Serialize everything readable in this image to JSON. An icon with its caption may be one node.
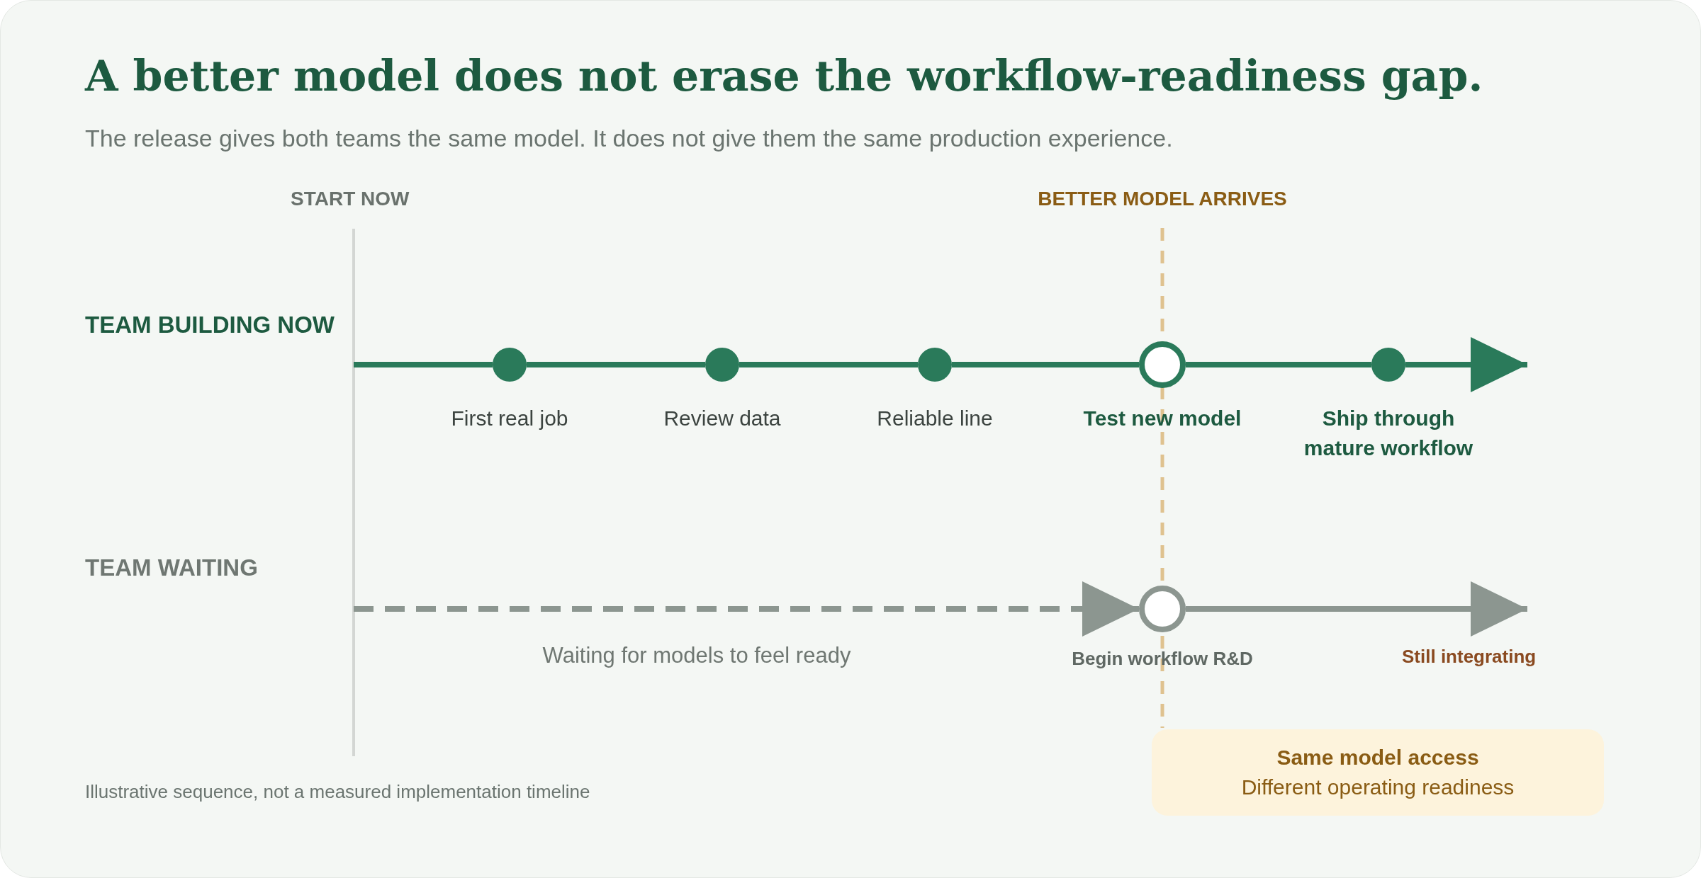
{
  "diagram": {
    "title": "A better model does not erase the workflow-readiness gap.",
    "nodes": [
      {
        "text": [],
        "shape": "circle",
        "beside": [
          "First real job"
        ]
      },
      {
        "text": [],
        "shape": "circle",
        "beside": [
          "Review data"
        ]
      },
      {
        "text": [],
        "shape": "circle",
        "beside": [
          "Reliable line"
        ]
      },
      {
        "text": [],
        "shape": "circle",
        "beside": [
          "Test new model"
        ]
      },
      {
        "text": [],
        "shape": "circle",
        "beside": [
          "Ship through mature workflow"
        ]
      },
      {
        "text": [],
        "shape": "circle",
        "beside": [
          "Begin workflow R&D"
        ]
      },
      {
        "text": [
          "Same model access",
          "Different operating readiness"
        ]
      }
    ],
    "edges": [
      {
        "from": null,
        "to": 0,
        "arrow": "none"
      },
      {
        "from": 0,
        "to": 1,
        "arrow": "none"
      },
      {
        "from": 1,
        "to": 2,
        "arrow": "none"
      },
      {
        "from": 2,
        "to": 3,
        "arrow": "none"
      },
      {
        "from": 3,
        "to": 4,
        "arrow": "none"
      },
      {
        "from": 4,
        "to": null,
        "arrow": "to"
      },
      {
        "from": null,
        "to": 5,
        "arrow": "to",
        "label": "Waiting for models to feel ready",
        "style": "dashed",
        "color": "#8c9690"
      },
      {
        "from": 5,
        "to": null,
        "arrow": "to",
        "color": "#8c9690"
      }
    ],
    "labels": [
      "The release gives both teams the same model. It does not give them the same production experience.",
      "START NOW",
      "BETTER MODEL ARRIVES",
      "TEAM BUILDING NOW",
      "TEAM WAITING",
      "Still integrating",
      "Illustrative sequence, not a measured implementation timeline"
    ]
  }
}
